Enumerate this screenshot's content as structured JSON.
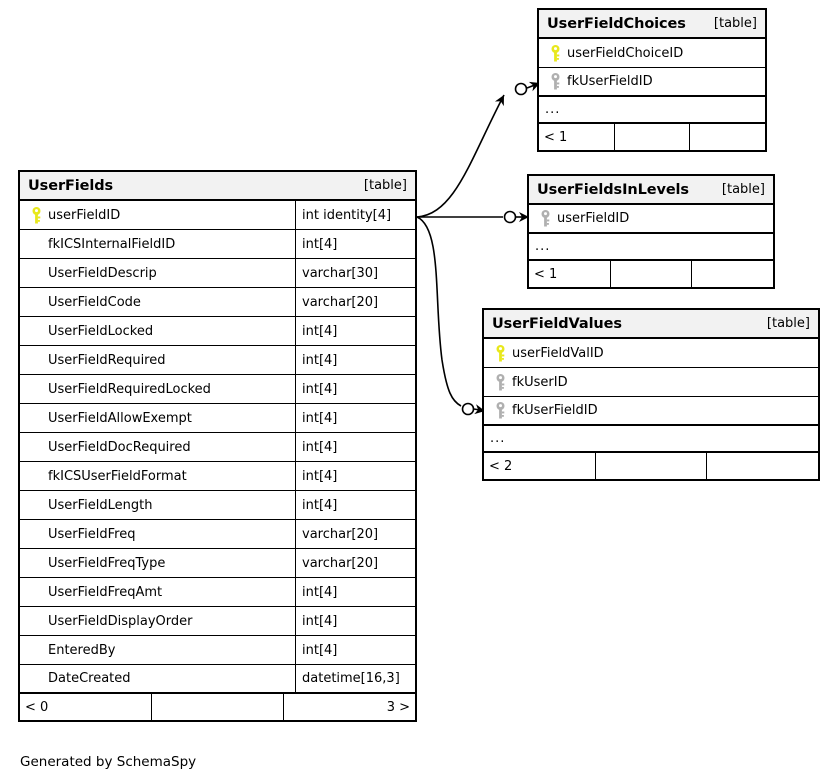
{
  "caption": "Generated by SchemaSpy",
  "icons": {
    "primary_key": "primary-key-icon",
    "foreign_key": "foreign-key-icon"
  },
  "colors": {
    "primary_key": "#e8e81c",
    "foreign_key": "#b0b0b0",
    "header_background": "#f2f2f2",
    "border": "#000000",
    "background": "#ffffff"
  },
  "tables": [
    {
      "id": "userfields",
      "name": "UserFields",
      "tag": "[table]",
      "columns": [
        {
          "key": "primary",
          "name": "userFieldID",
          "type": "int identity[4]"
        },
        {
          "key": "none",
          "name": "fkICSInternalFieldID",
          "type": "int[4]"
        },
        {
          "key": "none",
          "name": "UserFieldDescrip",
          "type": "varchar[30]"
        },
        {
          "key": "none",
          "name": "UserFieldCode",
          "type": "varchar[20]"
        },
        {
          "key": "none",
          "name": "UserFieldLocked",
          "type": "int[4]"
        },
        {
          "key": "none",
          "name": "UserFieldRequired",
          "type": "int[4]"
        },
        {
          "key": "none",
          "name": "UserFieldRequiredLocked",
          "type": "int[4]"
        },
        {
          "key": "none",
          "name": "UserFieldAllowExempt",
          "type": "int[4]"
        },
        {
          "key": "none",
          "name": "UserFieldDocRequired",
          "type": "int[4]"
        },
        {
          "key": "none",
          "name": "fkICSUserFieldFormat",
          "type": "int[4]"
        },
        {
          "key": "none",
          "name": "UserFieldLength",
          "type": "int[4]"
        },
        {
          "key": "none",
          "name": "UserFieldFreq",
          "type": "varchar[20]"
        },
        {
          "key": "none",
          "name": "UserFieldFreqType",
          "type": "varchar[20]"
        },
        {
          "key": "none",
          "name": "UserFieldFreqAmt",
          "type": "int[4]"
        },
        {
          "key": "none",
          "name": "UserFieldDisplayOrder",
          "type": "int[4]"
        },
        {
          "key": "none",
          "name": "EnteredBy",
          "type": "int[4]"
        },
        {
          "key": "none",
          "name": "DateCreated",
          "type": "datetime[16,3]"
        }
      ],
      "ellipsis": null,
      "footer": {
        "left": "< 0",
        "middle": "",
        "right": "3 >"
      }
    },
    {
      "id": "userfieldchoices",
      "name": "UserFieldChoices",
      "tag": "[table]",
      "columns": [
        {
          "key": "primary",
          "name": "userFieldChoiceID",
          "type": ""
        },
        {
          "key": "foreign",
          "name": "fkUserFieldID",
          "type": ""
        }
      ],
      "ellipsis": "...",
      "footer": {
        "left": "< 1",
        "middle": "",
        "right": ""
      }
    },
    {
      "id": "userfieldsinlevels",
      "name": "UserFieldsInLevels",
      "tag": "[table]",
      "columns": [
        {
          "key": "foreign",
          "name": "userFieldID",
          "type": ""
        }
      ],
      "ellipsis": "...",
      "footer": {
        "left": "< 1",
        "middle": "",
        "right": ""
      }
    },
    {
      "id": "userfieldvalues",
      "name": "UserFieldValues",
      "tag": "[table]",
      "columns": [
        {
          "key": "primary",
          "name": "userFieldValID",
          "type": ""
        },
        {
          "key": "foreign",
          "name": "fkUserID",
          "type": ""
        },
        {
          "key": "foreign",
          "name": "fkUserFieldID",
          "type": ""
        }
      ],
      "ellipsis": "...",
      "footer": {
        "left": "< 2",
        "middle": "",
        "right": ""
      }
    }
  ],
  "relationships": [
    {
      "from": "userfields.userFieldID",
      "to": "userfieldchoices.fkUserFieldID"
    },
    {
      "from": "userfields.userFieldID",
      "to": "userfieldsinlevels.userFieldID"
    },
    {
      "from": "userfields.userFieldID",
      "to": "userfieldvalues.fkUserFieldID"
    }
  ]
}
